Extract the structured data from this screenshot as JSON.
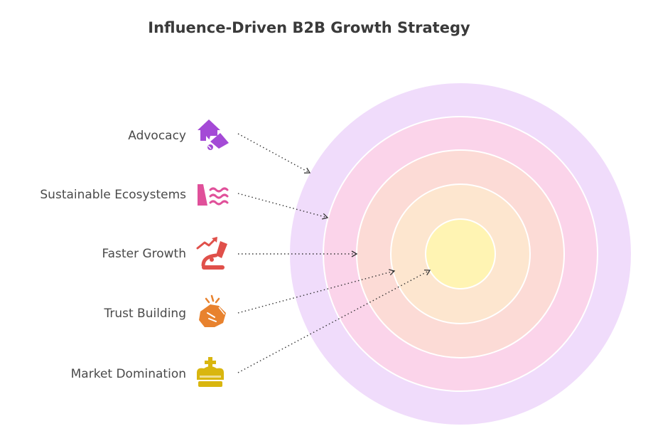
{
  "title": "Influence-Driven B2B Growth Strategy",
  "items": [
    {
      "label": "Advocacy",
      "icon": "megaphone-house-icon",
      "color": "#a44ad6",
      "ring": "outer-ring"
    },
    {
      "label": "Sustainable Ecosystems",
      "icon": "dam-water-icon",
      "color": "#e0509a",
      "ring": "ring-2"
    },
    {
      "label": "Faster Growth",
      "icon": "microscope-growth-icon",
      "color": "#e0504a",
      "ring": "ring-3"
    },
    {
      "label": "Trust Building",
      "icon": "handshake-icon",
      "color": "#e8822e",
      "ring": "ring-4"
    },
    {
      "label": "Market Domination",
      "icon": "crown-icon",
      "color": "#d9b60f",
      "ring": "center-circle"
    }
  ],
  "ring_colors": [
    "#f0dcfb",
    "#fbd4ea",
    "#fcdbd6",
    "#fde6cf",
    "#fff4b3"
  ]
}
